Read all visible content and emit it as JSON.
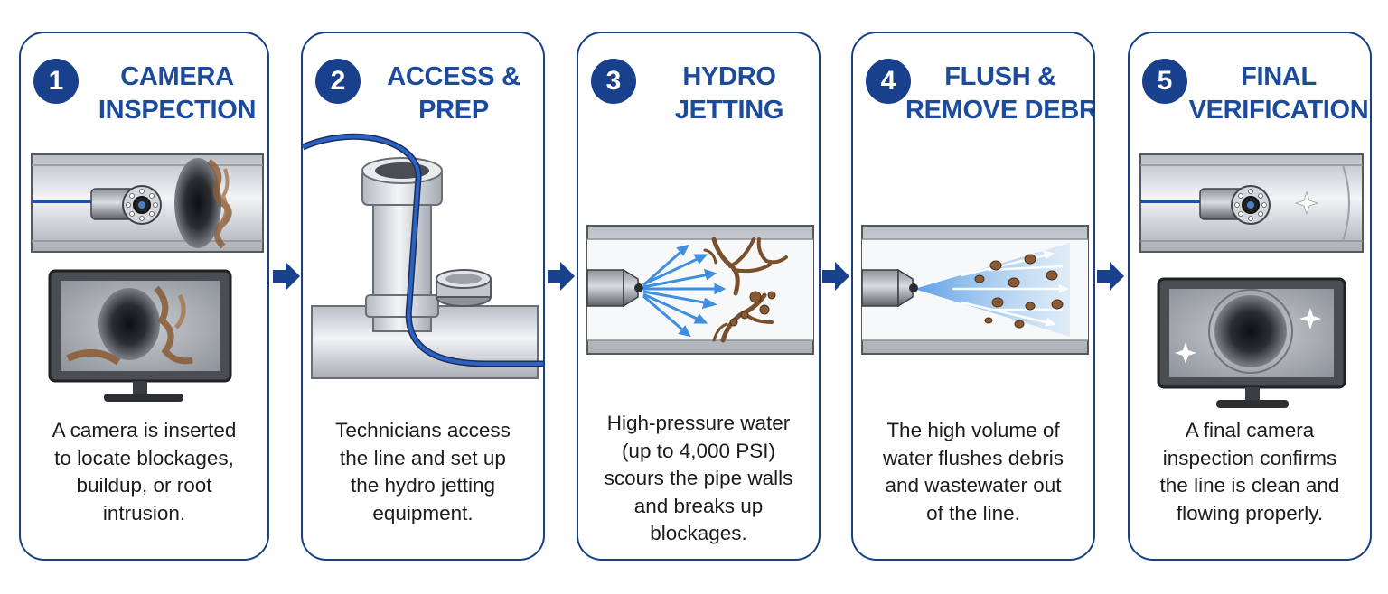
{
  "steps": [
    {
      "number": "1",
      "title": [
        "CAMERA",
        "INSPECTION"
      ],
      "desc": [
        "A camera is inserted",
        "to locate blockages,",
        "buildup, or root",
        "intrusion."
      ]
    },
    {
      "number": "2",
      "title": [
        "ACCESS &",
        "PREP"
      ],
      "desc": [
        "Technicians access",
        "the line and set up",
        "the hydro jetting",
        "equipment."
      ]
    },
    {
      "number": "3",
      "title": [
        "HYDRO",
        "JETTING"
      ],
      "desc": [
        "High-pressure water",
        "(up to 4,000 PSI)",
        "scours the pipe walls",
        "and breaks up",
        "blockages."
      ]
    },
    {
      "number": "4",
      "title": [
        "FLUSH &",
        "REMOVE DEBRIS"
      ],
      "desc": [
        "The high volume of",
        "water flushes debris",
        "and wastewater out",
        "of the line."
      ]
    },
    {
      "number": "5",
      "title": [
        "FINAL",
        "VERIFICATION"
      ],
      "desc": [
        "A final camera",
        "inspection confirms",
        "the line is clean and",
        "flowing properly."
      ]
    }
  ],
  "colors": {
    "accent": "#18408d",
    "title": "#1c4a9c",
    "border": "#1a3f87",
    "cable": "#1d4fa8",
    "water": "#3f8fe0",
    "debris": "#8a5a34"
  },
  "icons": [
    "camera-icon",
    "monitor-icon",
    "cleanout-pipe-icon",
    "jet-nozzle-icon",
    "root-icon",
    "debris-icon",
    "sparkle-icon",
    "arrow-right-icon"
  ]
}
